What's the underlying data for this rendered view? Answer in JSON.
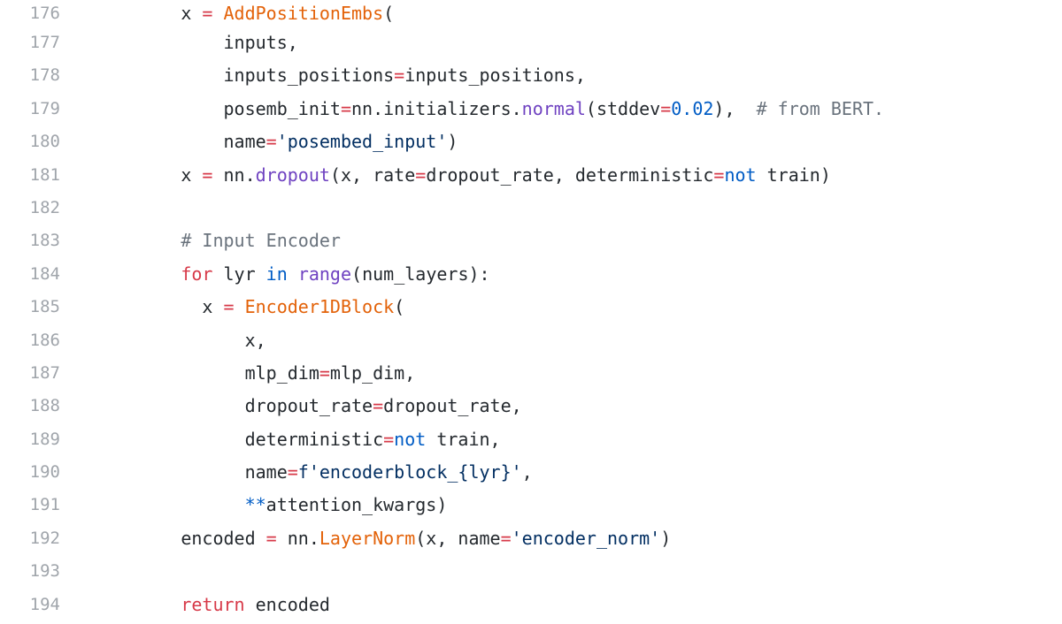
{
  "editor": {
    "lines": [
      {
        "num": "176",
        "tokens": [
          {
            "t": "        x ",
            "c": "plain"
          },
          {
            "t": "=",
            "c": "op"
          },
          {
            "t": " ",
            "c": "plain"
          },
          {
            "t": "AddPositionEmbs",
            "c": "fn"
          },
          {
            "t": "(",
            "c": "plain"
          }
        ]
      },
      {
        "num": "177",
        "tokens": [
          {
            "t": "            inputs,",
            "c": "plain"
          }
        ]
      },
      {
        "num": "178",
        "tokens": [
          {
            "t": "            inputs_positions",
            "c": "plain"
          },
          {
            "t": "=",
            "c": "eq"
          },
          {
            "t": "inputs_positions,",
            "c": "plain"
          }
        ]
      },
      {
        "num": "179",
        "tokens": [
          {
            "t": "            posemb_init",
            "c": "plain"
          },
          {
            "t": "=",
            "c": "eq"
          },
          {
            "t": "nn.initializers.",
            "c": "plain"
          },
          {
            "t": "normal",
            "c": "call"
          },
          {
            "t": "(stddev",
            "c": "plain"
          },
          {
            "t": "=",
            "c": "eq"
          },
          {
            "t": "0.02",
            "c": "num"
          },
          {
            "t": "),  ",
            "c": "plain"
          },
          {
            "t": "# from BERT.",
            "c": "com"
          }
        ]
      },
      {
        "num": "180",
        "tokens": [
          {
            "t": "            name",
            "c": "plain"
          },
          {
            "t": "=",
            "c": "eq"
          },
          {
            "t": "'posembed_input'",
            "c": "str"
          },
          {
            "t": ")",
            "c": "plain"
          }
        ]
      },
      {
        "num": "181",
        "tokens": [
          {
            "t": "        x ",
            "c": "plain"
          },
          {
            "t": "=",
            "c": "op"
          },
          {
            "t": " nn.",
            "c": "plain"
          },
          {
            "t": "dropout",
            "c": "call"
          },
          {
            "t": "(x, rate",
            "c": "plain"
          },
          {
            "t": "=",
            "c": "eq"
          },
          {
            "t": "dropout_rate, deterministic",
            "c": "plain"
          },
          {
            "t": "=",
            "c": "eq"
          },
          {
            "t": "not",
            "c": "const"
          },
          {
            "t": " train)",
            "c": "plain"
          }
        ]
      },
      {
        "num": "182",
        "tokens": []
      },
      {
        "num": "183",
        "tokens": [
          {
            "t": "        ",
            "c": "plain"
          },
          {
            "t": "# Input Encoder",
            "c": "com"
          }
        ]
      },
      {
        "num": "184",
        "tokens": [
          {
            "t": "        ",
            "c": "plain"
          },
          {
            "t": "for",
            "c": "kw"
          },
          {
            "t": " lyr ",
            "c": "plain"
          },
          {
            "t": "in",
            "c": "const"
          },
          {
            "t": " ",
            "c": "plain"
          },
          {
            "t": "range",
            "c": "call"
          },
          {
            "t": "(num_layers):",
            "c": "plain"
          }
        ]
      },
      {
        "num": "185",
        "tokens": [
          {
            "t": "          x ",
            "c": "plain"
          },
          {
            "t": "=",
            "c": "op"
          },
          {
            "t": " ",
            "c": "plain"
          },
          {
            "t": "Encoder1DBlock",
            "c": "fn"
          },
          {
            "t": "(",
            "c": "plain"
          }
        ]
      },
      {
        "num": "186",
        "tokens": [
          {
            "t": "              x,",
            "c": "plain"
          }
        ]
      },
      {
        "num": "187",
        "tokens": [
          {
            "t": "              mlp_dim",
            "c": "plain"
          },
          {
            "t": "=",
            "c": "eq"
          },
          {
            "t": "mlp_dim,",
            "c": "plain"
          }
        ]
      },
      {
        "num": "188",
        "tokens": [
          {
            "t": "              dropout_rate",
            "c": "plain"
          },
          {
            "t": "=",
            "c": "eq"
          },
          {
            "t": "dropout_rate,",
            "c": "plain"
          }
        ]
      },
      {
        "num": "189",
        "tokens": [
          {
            "t": "              deterministic",
            "c": "plain"
          },
          {
            "t": "=",
            "c": "eq"
          },
          {
            "t": "not",
            "c": "const"
          },
          {
            "t": " train,",
            "c": "plain"
          }
        ]
      },
      {
        "num": "190",
        "tokens": [
          {
            "t": "              name",
            "c": "plain"
          },
          {
            "t": "=",
            "c": "eq"
          },
          {
            "t": "f'encoderblock_{lyr}'",
            "c": "str"
          },
          {
            "t": ",",
            "c": "plain"
          }
        ]
      },
      {
        "num": "191",
        "tokens": [
          {
            "t": "              ",
            "c": "plain"
          },
          {
            "t": "**",
            "c": "const"
          },
          {
            "t": "attention_kwargs)",
            "c": "plain"
          }
        ]
      },
      {
        "num": "192",
        "tokens": [
          {
            "t": "        encoded ",
            "c": "plain"
          },
          {
            "t": "=",
            "c": "op"
          },
          {
            "t": " nn.",
            "c": "plain"
          },
          {
            "t": "LayerNorm",
            "c": "fn"
          },
          {
            "t": "(x, name",
            "c": "plain"
          },
          {
            "t": "=",
            "c": "eq"
          },
          {
            "t": "'encoder_norm'",
            "c": "str"
          },
          {
            "t": ")",
            "c": "plain"
          }
        ]
      },
      {
        "num": "193",
        "tokens": []
      },
      {
        "num": "194",
        "tokens": [
          {
            "t": "        ",
            "c": "plain"
          },
          {
            "t": "return",
            "c": "kw"
          },
          {
            "t": " encoded",
            "c": "plain"
          }
        ]
      }
    ]
  }
}
